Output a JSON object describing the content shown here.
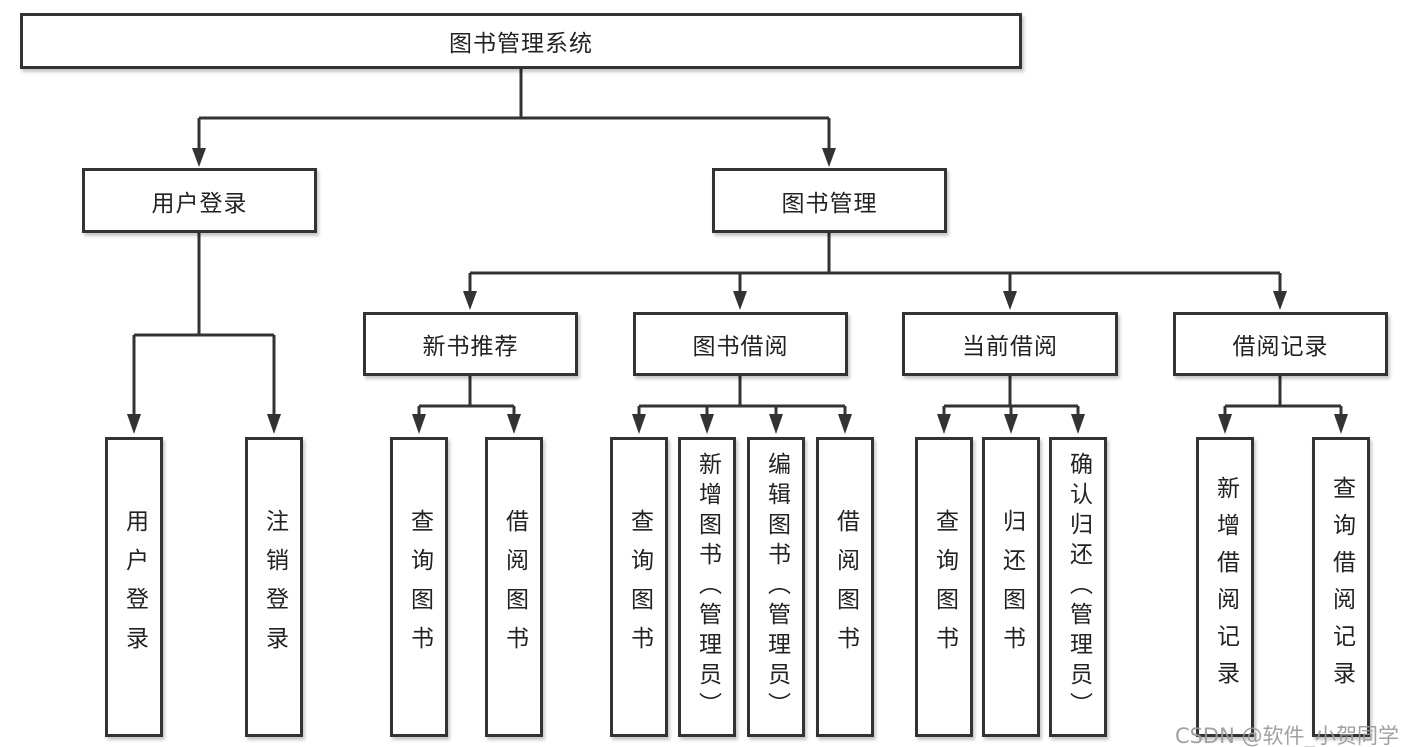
{
  "colors": {
    "line": "#333333",
    "box_border": "#333333",
    "box_background": "#ffffff",
    "text": "#222222",
    "watermark": "#999999"
  },
  "tree": {
    "root": {
      "label": "图书管理系统"
    },
    "branches": [
      {
        "label": "用户登录",
        "children": [
          {
            "label": "用户登录"
          },
          {
            "label": "注销登录"
          }
        ]
      },
      {
        "label": "图书管理",
        "children": [
          {
            "label": "新书推荐",
            "children": [
              {
                "label": "查询图书"
              },
              {
                "label": "借阅图书"
              }
            ]
          },
          {
            "label": "图书借阅",
            "children": [
              {
                "label": "查询图书"
              },
              {
                "label": "新增图书（管理员）"
              },
              {
                "label": "编辑图书（管理员）"
              },
              {
                "label": "借阅图书"
              }
            ]
          },
          {
            "label": "当前借阅",
            "children": [
              {
                "label": "查询图书"
              },
              {
                "label": "归还图书"
              },
              {
                "label": "确认归还（管理员）"
              }
            ]
          },
          {
            "label": "借阅记录",
            "children": [
              {
                "label": "新增借阅记录"
              },
              {
                "label": "查询借阅记录"
              }
            ]
          }
        ]
      }
    ]
  },
  "watermark": {
    "text": "CSDN @软件_小贺同学"
  }
}
